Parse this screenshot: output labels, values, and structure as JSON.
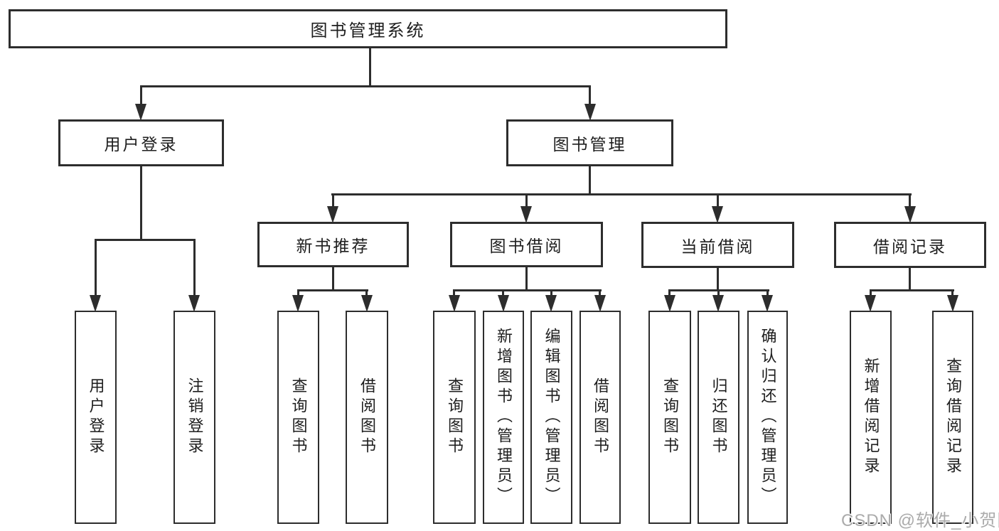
{
  "diagram": {
    "root": {
      "label": "图书管理系统"
    },
    "branches": [
      {
        "label": "用户登录",
        "children": [
          {
            "label": "用户登录"
          },
          {
            "label": "注销登录"
          }
        ]
      },
      {
        "label": "图书管理",
        "children": [
          {
            "label": "新书推荐",
            "children": [
              {
                "label": "查询图书"
              },
              {
                "label": "借阅图书"
              }
            ]
          },
          {
            "label": "图书借阅",
            "children": [
              {
                "label": "查询图书"
              },
              {
                "label": "新增图书（管理员）"
              },
              {
                "label": "编辑图书（管理员）"
              },
              {
                "label": "借阅图书"
              }
            ]
          },
          {
            "label": "当前借阅",
            "children": [
              {
                "label": "查询图书"
              },
              {
                "label": "归还图书"
              },
              {
                "label": "确认归还（管理员）"
              }
            ]
          },
          {
            "label": "借阅记录",
            "children": [
              {
                "label": "新增借阅记录"
              },
              {
                "label": "查询借阅记录"
              }
            ]
          }
        ]
      }
    ]
  },
  "watermark": {
    "text": "CSDN @软件_小贺同学"
  },
  "colors": {
    "line": "#2d2d2d",
    "border": "#2d2d2d",
    "text": "#1e1e1e",
    "watermark": "#ababab",
    "background": "#ffffff"
  }
}
